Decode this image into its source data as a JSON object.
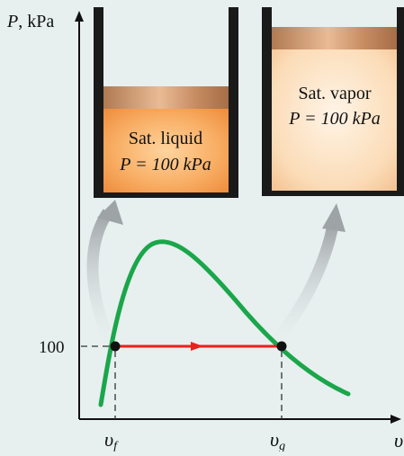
{
  "axes": {
    "y_label": "P, kPa",
    "x_label": "υ",
    "pressure_tick": "100",
    "vf_label": "υf",
    "vg_label": "υg"
  },
  "containers": {
    "liquid": {
      "line1": "Sat. liquid",
      "line2": "P = 100 kPa"
    },
    "vapor": {
      "line1": "Sat. vapor",
      "line2": "P = 100 kPa"
    }
  },
  "colors": {
    "background": "#e7efef",
    "dome_curve": "#1aa64a",
    "process_line": "#e8211c",
    "container_wall": "#1a1a1a",
    "liquid_fill": "#f4a05a",
    "vapor_fill": "#f9d9b3",
    "arrow": "#a9aeb0"
  }
}
